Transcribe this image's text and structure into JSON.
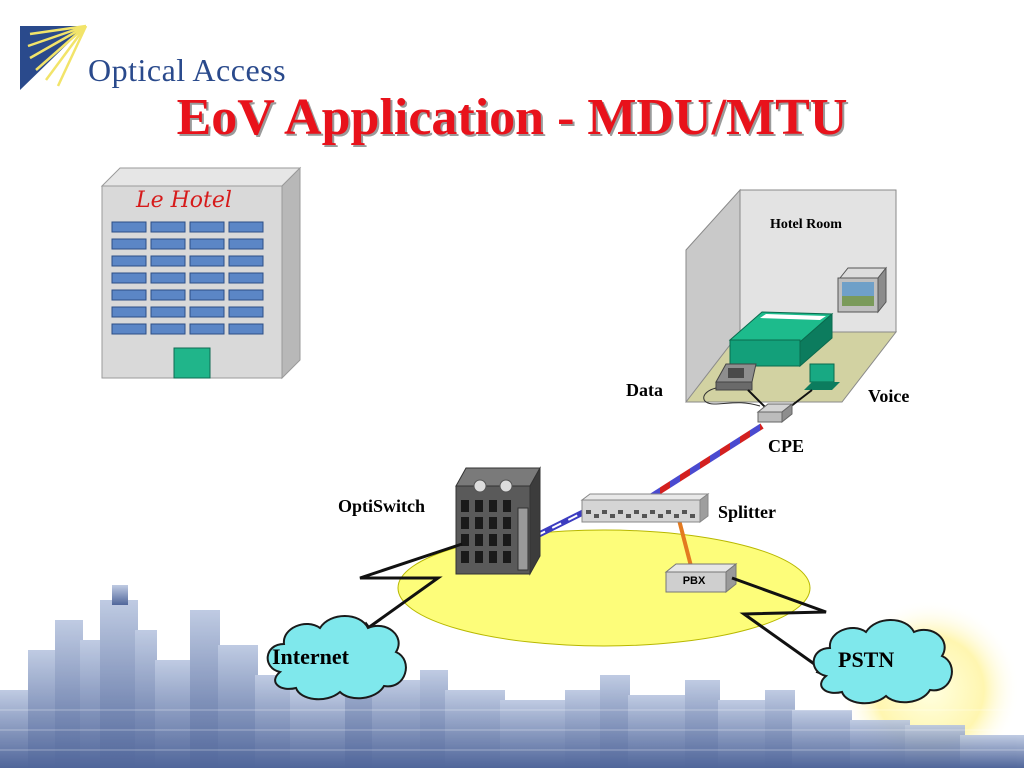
{
  "header": {
    "logo_text": "Optical Access",
    "title": "EoV Application - MDU/MTU"
  },
  "diagram": {
    "hotel_name": "Le Hotel",
    "room_label": "Hotel Room",
    "labels": {
      "data": "Data",
      "voice": "Voice",
      "cpe": "CPE",
      "optiswitch": "OptiSwitch",
      "splitter": "Splitter",
      "pbx": "PBX",
      "internet": "Internet",
      "pstn": "PSTN"
    },
    "colors": {
      "title": "#e8121b",
      "logo": "#2a4a8c",
      "ring": "#fdfd7a",
      "cloud": "#7fe8ec",
      "bed": "#12a37a",
      "skyline": "#4a5f8e"
    }
  }
}
